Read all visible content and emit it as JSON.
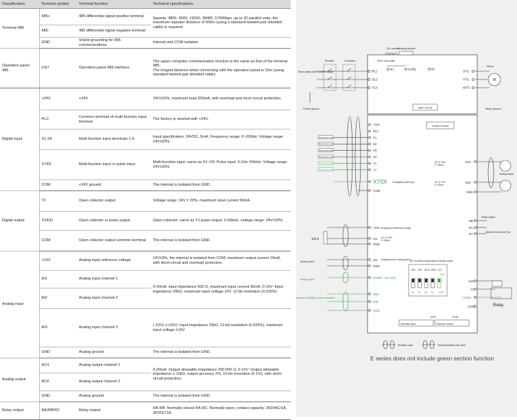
{
  "table": {
    "headers": [
      "Classification",
      "Terminal symbol",
      "Terminal function",
      "Technical specifications"
    ],
    "groups": [
      {
        "classification": "Terminal 485",
        "rows": [
          {
            "symbol": "485+",
            "func": "485 differential signal positive terminal",
            "spec": "Speeds: 4800, 9600, 19200, 38400, 57600bps, up to 32 parallel units, the maximum repeater distance of 500m (using a standard twisted-pair shielded cable) is required."
          },
          {
            "symbol": "485-",
            "func": "485 differential signal negative terminal",
            "spec": ""
          },
          {
            "symbol": "GND",
            "func": "Shield grounding for 485 communications",
            "spec": "Internal and COM isolation"
          }
        ]
      },
      {
        "classification": "Operation panel 485",
        "rows": [
          {
            "symbol": "CN7",
            "func": "Operation panel 485 interface",
            "spec": "The upper computer communication function is the same as that of the terminal 485.\nThe longest distance when connecting with the operation panel is 15m (using standard twisted-pair shielded cable)"
          }
        ]
      },
      {
        "classification": "Digital input",
        "rows": [
          {
            "symbol": "+24V",
            "func": "+24V",
            "spec": "24V±10%, maximum load 200mA, with overload and short circuit protection."
          },
          {
            "symbol": "PLC",
            "func": "Common terminal of multi-function input terminal",
            "spec": "The factory is shorted with +24V."
          },
          {
            "symbol": "X1-X6",
            "func": "Multi-function input terminals 1-6",
            "spec": "Input specification: 24VDC, 5mA; Frequency range: 0~200Hz; Voltage range: 24V±20%."
          },
          {
            "symbol": "X7/DI",
            "func": "Multi-function input or pulse input",
            "spec": "Multi-function input: same as X1~X6; Pulse input: 0.1Hz~50kHz; Voltage range: 24V±20%"
          },
          {
            "symbol": "COM",
            "func": "+24V ground",
            "spec": "The internal is isolated from GND."
          }
        ]
      },
      {
        "classification": "Digital output",
        "rows": [
          {
            "symbol": "Y1",
            "func": "Open collector output",
            "spec": "Voltage range: 24V ± 20%, maximum input current 50mA."
          },
          {
            "symbol": "Y2/DO",
            "func": "Open collector or pulse output",
            "spec": "Open collector: same as Y1 pulse output: 0-50kHz; voltage range: 24V±20%."
          },
          {
            "symbol": "COM",
            "func": "Open collector output common terminal",
            "spec": "The internal is isolated from GND."
          }
        ]
      },
      {
        "classification": "Analog input",
        "rows": [
          {
            "symbol": "+10V",
            "func": "Analog input reference voltage",
            "spec": "10V±3%, the internal is isolated from COM; maximum output current 10mA, with short-circuit and overload protection."
          },
          {
            "symbol": "AI1",
            "func": "Analog input channel 1",
            "spec": "0-20mA: input impedance 500 Ω, maximum input current 30mA; 0-10V: Input impedance 20kΩ, maximum input voltage 15V. 12-bit resolution (0.025%)"
          },
          {
            "symbol": "AI2",
            "func": "Analog input channel 2",
            "spec": ""
          },
          {
            "symbol": "AI3",
            "func": "Analog input channel 3",
            "spec": "(-10V)~(+10V): Input impedance 20kΩ, 12-bit resolution (0.025%), maximum input voltage ±15V."
          },
          {
            "symbol": "GND",
            "func": "Analog ground",
            "spec": "The internal is isolated from GND."
          }
        ]
      },
      {
        "classification": "Analog output",
        "rows": [
          {
            "symbol": "AO1",
            "func": "Analog output channel 1",
            "spec": "0-20mA: Output allowable impedance 200-500 Ω; 0-10V: Output allowable impedance ≥ 10kΩ, output accuracy 2%, 10-bit resolution (0.1%), with short-circuit protection."
          },
          {
            "symbol": "AO2",
            "func": "Analog output channel 2",
            "spec": ""
          },
          {
            "symbol": "GND",
            "func": "Analog ground",
            "spec": "The internal is isolated from GND."
          }
        ]
      },
      {
        "classification": "Relay output",
        "rows": [
          {
            "symbol": "RA/RB/RC",
            "func": "Relay output",
            "spec": "RA-RB: Normally closed RA-RC: Normally open, contact capacity: 250VAC/1A, 30VDC/1A."
          }
        ]
      }
    ]
  },
  "diagram": {
    "dc_reactor": "DC reactor",
    "braking_resistor": "Braking resistor",
    "short_circuit": "Short circuit plate",
    "breaker": "Breaker",
    "contactor": "Contactor",
    "supply": "Three-phase 380V power supply",
    "power_labels": [
      "R/L1",
      "S/L2",
      "T/L3",
      "⊕1",
      "⊕2/B1",
      "B2"
    ],
    "motor_terms": [
      "U/T1",
      "V/T2",
      "W/T3"
    ],
    "motor": "Motor",
    "power_ground": "Power ground",
    "main_circuit": "Main circuit",
    "motor_ground": "Motor ground",
    "control_circuit": "Control circuit",
    "di_terms": [
      "+24V",
      "PLC",
      "X1",
      "X2",
      "X3",
      "X4",
      "X5",
      "X6"
    ],
    "mf_label": "Multi-function input",
    "x7": "X7/DI",
    "x7_note": "Compatible pulse input",
    "com": "COM",
    "ao1": "AO1",
    "ao2": "AO2",
    "gnd": "GND",
    "ao_opt1": "DC 0~10V",
    "ao_opt2": "0~20mA",
    "ao_meter": "Analog output",
    "ten_v": "+10V",
    "ref_note": "Analog input reference voltage",
    "pot": "10k Ω",
    "ai1": "AI1",
    "ai_opt1": "DC 0~10V",
    "ai_opt2": "0~20mA",
    "ai2": "AI2",
    "ai_in": "Analog input",
    "ai2_note": "Analog input AI analog ground",
    "ai3": "AI3(DC -10~10V)",
    "sw_note": "AI1 Terminal analog resistor selection switch",
    "sw_labels": [
      "AI1",
      "AI2",
      "AO1",
      "AO2",
      "485"
    ],
    "sw_v": "V",
    "on": "ON",
    "off": "OFF",
    "modbus": "Modbus RS485 Communication",
    "rs_p": "485+",
    "rs_n": "485-",
    "cn7": "Cn7",
    "cn3": "Cn3",
    "cn7_note": "Operation panel",
    "cn3_note": "Extension module",
    "relay_out": "Relay output",
    "rb": "RB",
    "rc": "RC",
    "ra": "RA",
    "relay_cap": "250VAC/1A 30VDC/1A",
    "p24": "+24V",
    "y1": "Y1",
    "y2": "Y2/DO",
    "com2": "COM",
    "relay": "Relay",
    "shield_legend": "Shielded cable",
    "twisted_legend": "Twisted shielded pair cable",
    "colors": {
      "green": "#2e9e3e",
      "line": "#333333",
      "box": "#ffffff"
    }
  },
  "caption": "E series does not include green section function"
}
